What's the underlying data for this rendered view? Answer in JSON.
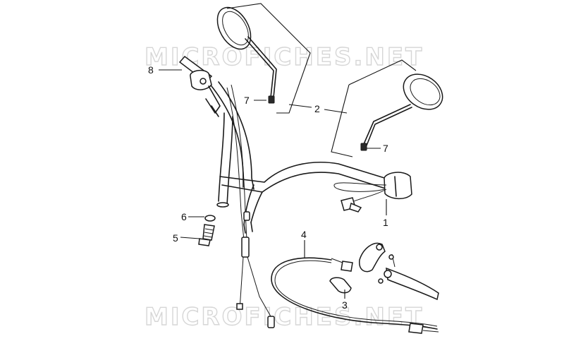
{
  "watermark": {
    "text_top": "MICROFICHES.NET",
    "text_bottom": "MICROFICHES.NET"
  },
  "callouts": {
    "c1": "1",
    "c2": "2",
    "c3": "3",
    "c4": "4",
    "c5": "5",
    "c6": "6",
    "c7a": "7",
    "c7b": "7",
    "c8": "8"
  }
}
